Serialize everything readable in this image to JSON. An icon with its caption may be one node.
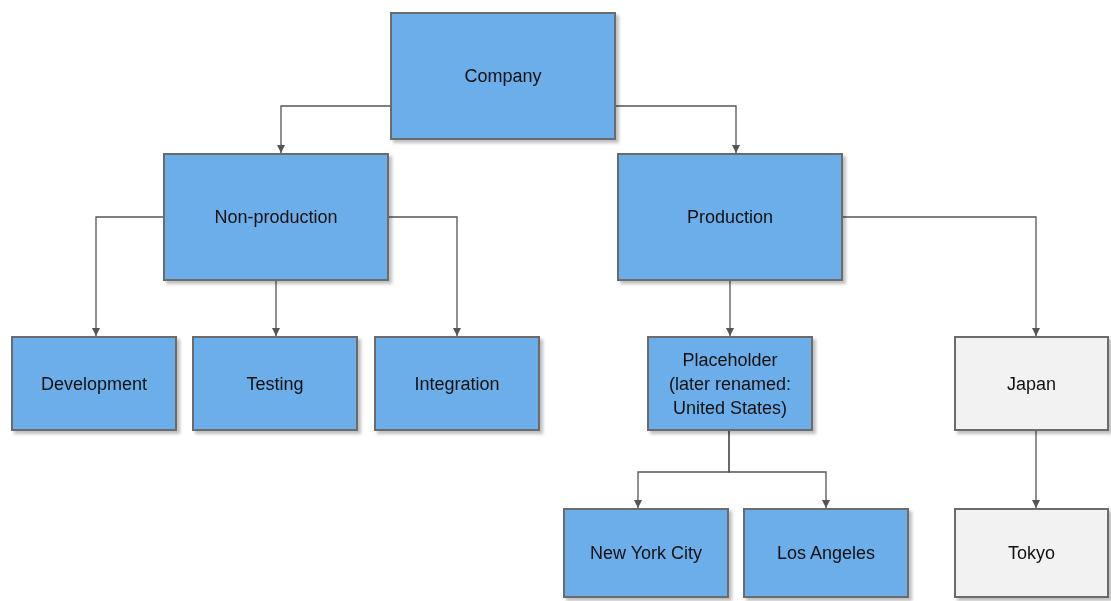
{
  "diagram": {
    "nodes": [
      {
        "text": [
          "Company"
        ]
      },
      {
        "text": [
          "Non-production"
        ]
      },
      {
        "text": [
          "Production"
        ]
      },
      {
        "text": [
          "Development"
        ]
      },
      {
        "text": [
          "Testing"
        ]
      },
      {
        "text": [
          "Integration"
        ]
      },
      {
        "text": [
          "Placeholder (later renamed: United States)"
        ]
      },
      {
        "text": [
          "Japan"
        ]
      },
      {
        "text": [
          "New York City"
        ]
      },
      {
        "text": [
          "Los Angeles"
        ]
      },
      {
        "text": [
          "Tokyo"
        ]
      }
    ],
    "edges": [
      {
        "from": 0,
        "to": 1,
        "arrow": "to"
      },
      {
        "from": 0,
        "to": 2,
        "arrow": "to"
      },
      {
        "from": 1,
        "to": 3,
        "arrow": "to"
      },
      {
        "from": 1,
        "to": 4,
        "arrow": "to"
      },
      {
        "from": 1,
        "to": 5,
        "arrow": "to"
      },
      {
        "from": 2,
        "to": 6,
        "arrow": "to"
      },
      {
        "from": 2,
        "to": 7,
        "arrow": "to"
      },
      {
        "from": 6,
        "to": 8,
        "arrow": "to"
      },
      {
        "from": 6,
        "to": 9,
        "arrow": "to"
      },
      {
        "from": 7,
        "to": 10,
        "arrow": "to"
      }
    ]
  }
}
